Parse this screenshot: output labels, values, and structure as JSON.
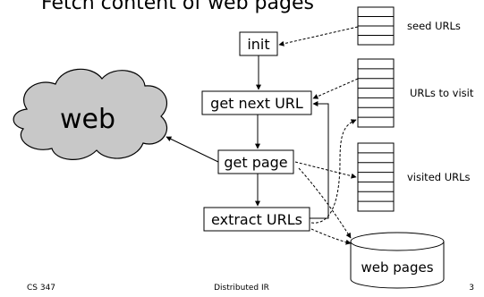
{
  "slide": {
    "title": "Fetch content of web pages",
    "footer_left": "CS 347",
    "footer_center": "Distributed IR",
    "footer_right": "3"
  },
  "diagram": {
    "nodes": {
      "web": "web",
      "init": "init",
      "get_next_url": "get next URL",
      "get_page": "get page",
      "extract_urls": "extract URLs",
      "web_pages": "web pages"
    },
    "queues": {
      "seed_urls": "seed URLs",
      "urls_to_visit": "URLs to visit",
      "visited_urls": "visited URLs"
    }
  }
}
